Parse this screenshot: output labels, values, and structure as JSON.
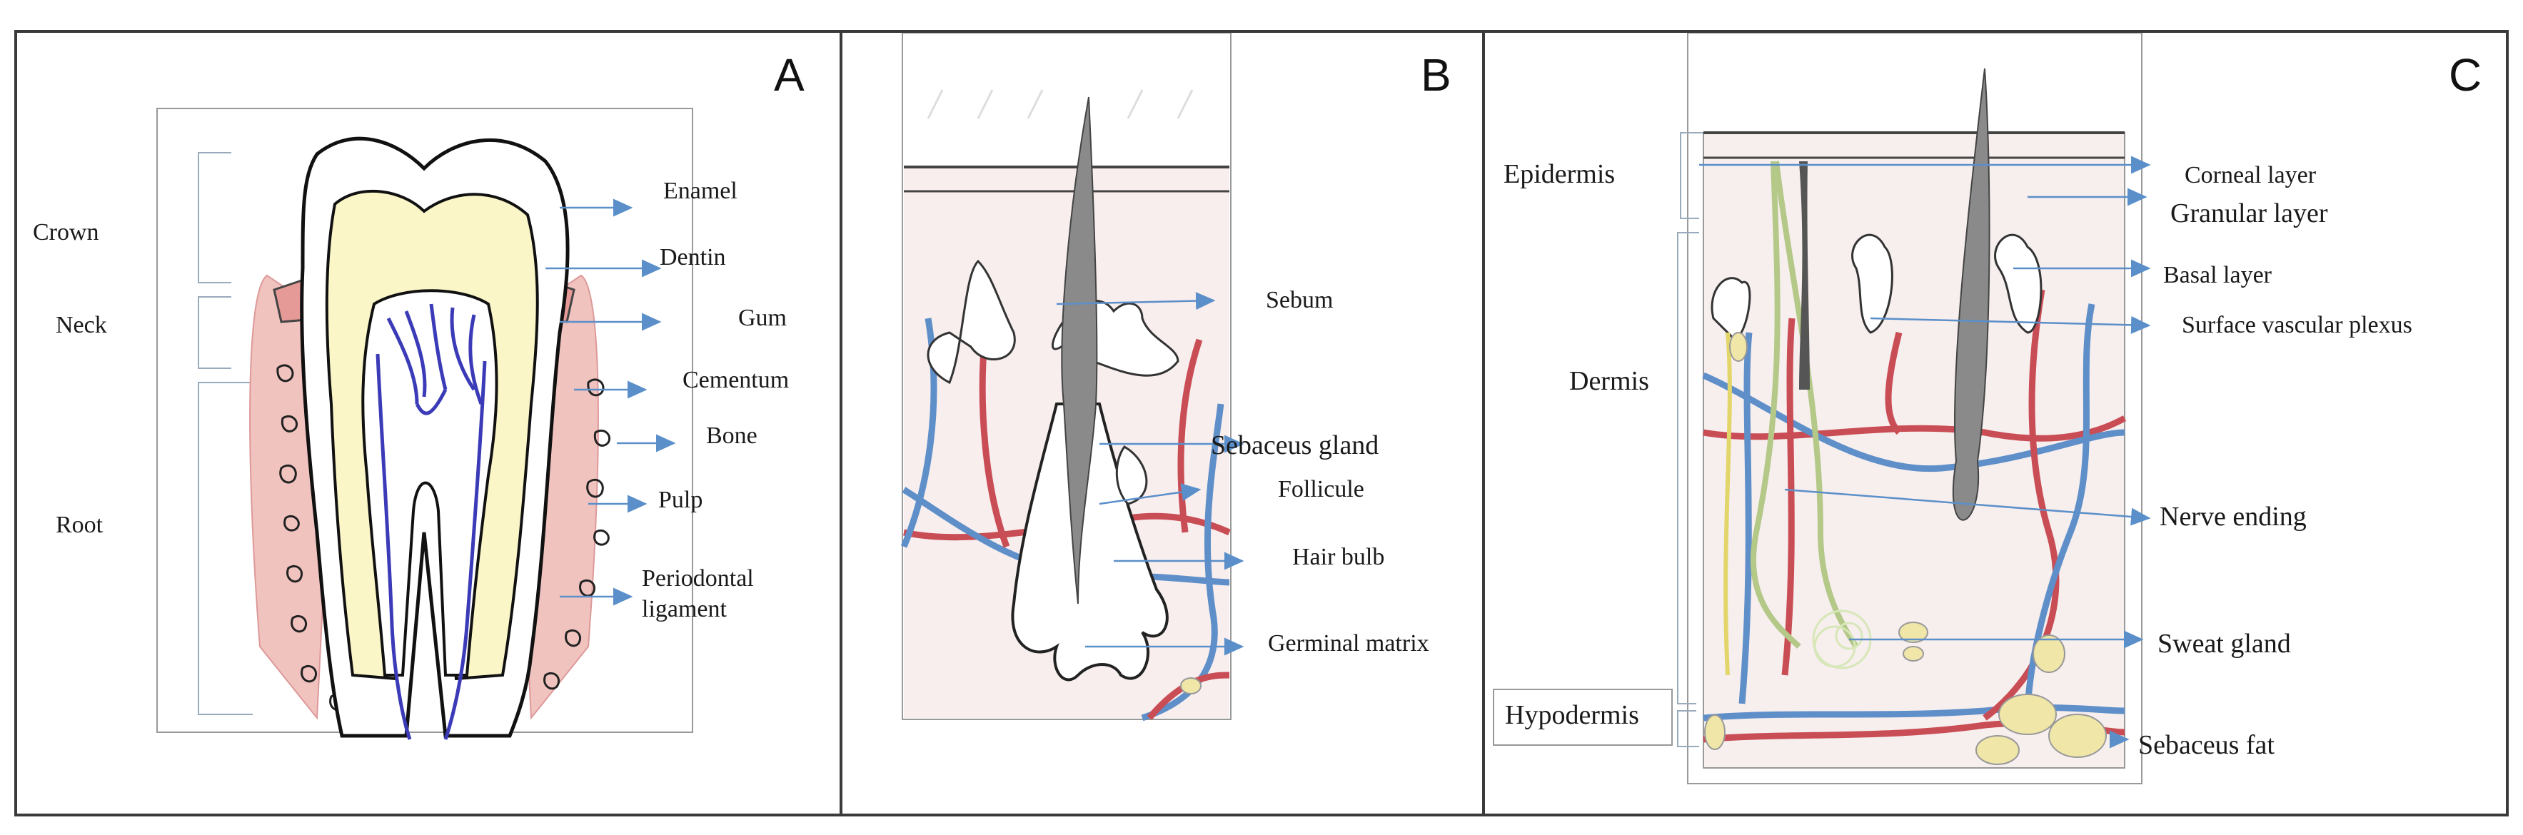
{
  "panels": [
    {
      "letter": "A",
      "labels": {
        "crown": "Crown",
        "neck": "Neck",
        "root": "Root",
        "enamel": "Enamel",
        "dentin": "Dentin",
        "gum": "Gum",
        "cementum": "Cementum",
        "bone": "Bone",
        "pulp": "Pulp",
        "periodontal_1": "Periodontal",
        "periodontal_2": "ligament"
      }
    },
    {
      "letter": "B",
      "labels": {
        "sebum": "Sebum",
        "sebaceus_gland": "Sebaceus gland",
        "follicule": "Follicule",
        "hair_bulb": "Hair bulb",
        "germinal_matrix": "Germinal matrix"
      }
    },
    {
      "letter": "C",
      "labels": {
        "epidermis": "Epidermis",
        "dermis": "Dermis",
        "hypodermis": "Hypodermis",
        "corneal_layer": "Corneal layer",
        "granular_layer": "Granular layer",
        "basal_layer": "Basal layer",
        "surface_vascular_plexus": "Surface vascular plexus",
        "nerve_ending": "Nerve ending",
        "sweat_gland": "Sweat gland",
        "sebaceus_fat": "Sebaceus  fat"
      }
    }
  ],
  "colors": {
    "arrow": "#5b8fc9",
    "enamel": "#ffffff",
    "dentin": "#fbf6c8",
    "gum": "#f0b7b4",
    "nerve": "#3b3bb8",
    "vein": "#5f8fc8",
    "artery": "#c94d55",
    "hair": "#8a8a8a",
    "fat": "#efe6a8",
    "skin": "#f7eeee",
    "nerve_fiber": "#d7e7b8"
  }
}
